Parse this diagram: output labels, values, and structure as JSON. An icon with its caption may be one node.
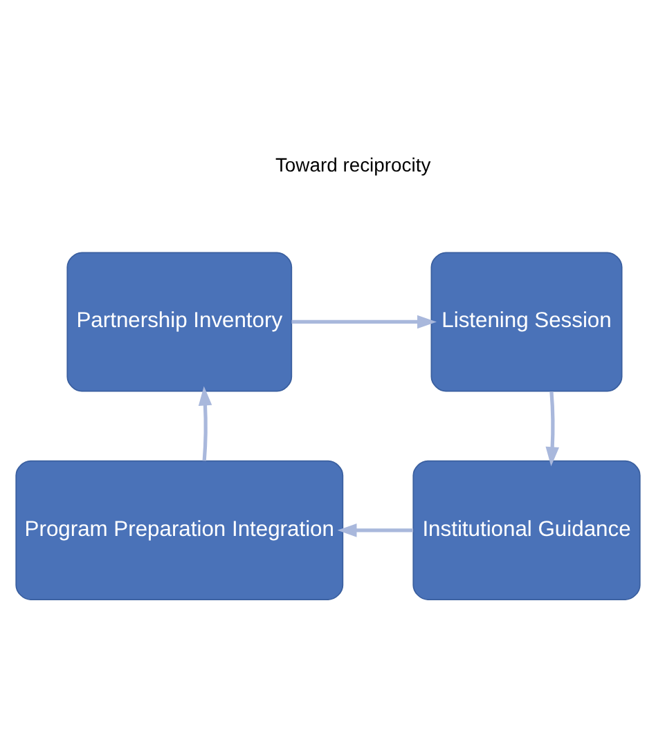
{
  "diagram": {
    "nodes": [
      {
        "text": [
          "Partnership Inventory"
        ]
      },
      {
        "text": [
          "Listening Session"
        ]
      },
      {
        "text": [
          "Program Preparation Integration"
        ]
      },
      {
        "text": [
          "Institutional Guidance"
        ]
      }
    ],
    "edges": [
      {
        "from": 0,
        "to": 1,
        "arrow": "to"
      },
      {
        "from": 1,
        "to": 3,
        "arrow": "to"
      },
      {
        "from": 3,
        "to": 2,
        "arrow": "to"
      },
      {
        "from": 2,
        "to": 0,
        "arrow": "to"
      }
    ],
    "labels": [
      "Toward reciprocity"
    ]
  }
}
